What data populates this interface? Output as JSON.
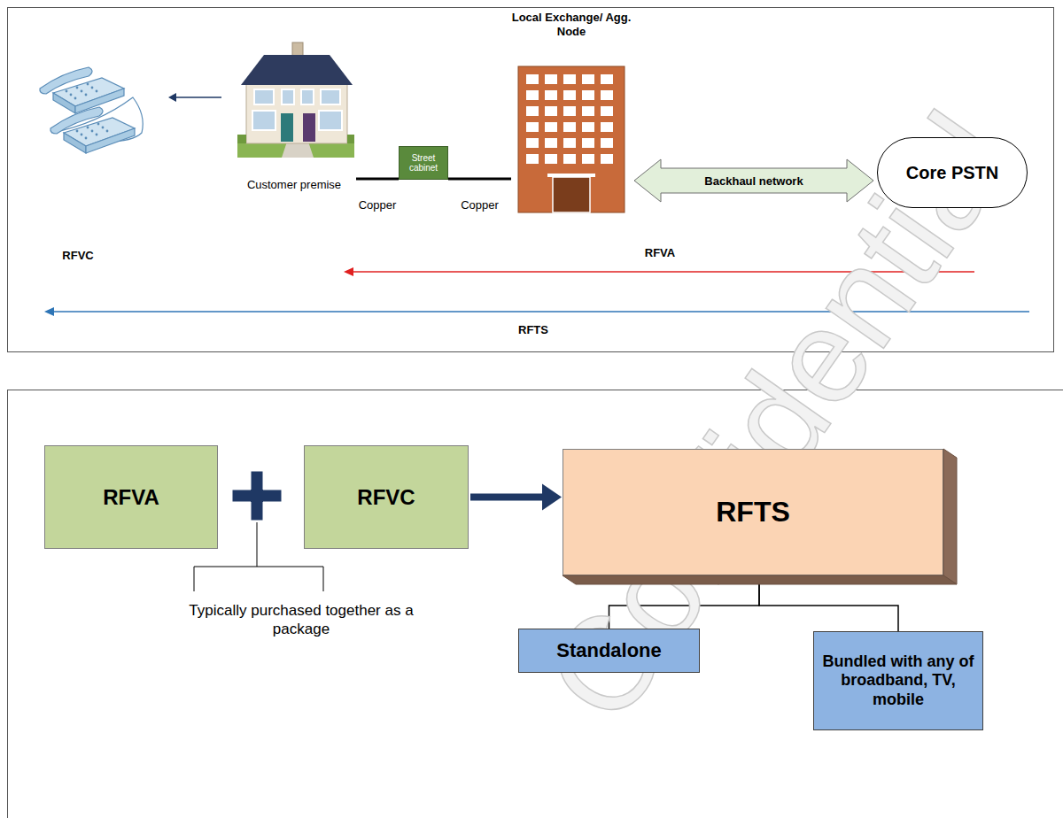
{
  "diagram": {
    "nodes": [
      {
        "text": [
          "Customer premise"
        ]
      },
      {
        "text": [
          "Street cabinet"
        ]
      },
      {
        "text": [
          "Local Exchange/ Agg. Node"
        ]
      },
      {
        "text": [
          "Core PSTN"
        ]
      },
      {
        "text": [
          "RFVA"
        ]
      },
      {
        "text": [
          "RFVC"
        ]
      },
      {
        "text": [
          "RFTS"
        ]
      },
      {
        "text": [
          "Standalone"
        ]
      },
      {
        "text": [
          "Bundled with any of broadband, TV, mobile"
        ]
      }
    ],
    "edges": [
      {
        "from": 0,
        "to": 1,
        "arrow": "none",
        "label": "Copper"
      },
      {
        "from": 1,
        "to": 2,
        "arrow": "none",
        "label": "Copper"
      },
      {
        "from": 2,
        "to": 3,
        "arrow": "both",
        "label": "Backhaul network"
      },
      {
        "from": 5,
        "to": 6,
        "arrow": "to"
      },
      {
        "from": 6,
        "to": 7,
        "arrow": "none"
      },
      {
        "from": 6,
        "to": 8,
        "arrow": "none"
      }
    ],
    "labels": [
      "RFVC",
      "RFVA",
      "RFTS",
      "Typically purchased together as a package",
      "Confidential"
    ]
  }
}
